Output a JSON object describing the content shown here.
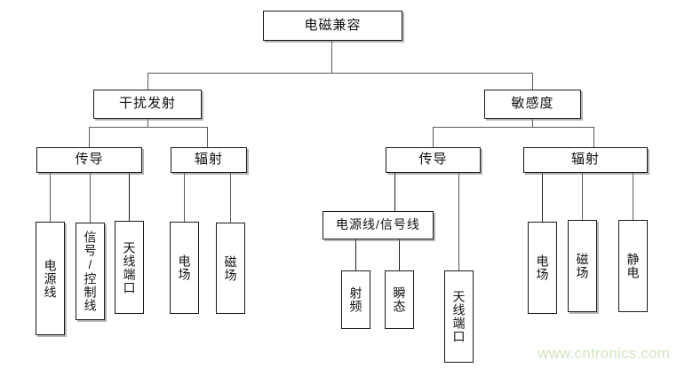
{
  "diagram": {
    "type": "tree",
    "title": "电磁兼容",
    "root": {
      "label": "电磁兼容"
    },
    "level2": {
      "emission": {
        "label": "干扰发射"
      },
      "susceptibility": {
        "label": "敏感度"
      }
    },
    "level3": {
      "emission_conducted": {
        "label": "传导"
      },
      "emission_radiated": {
        "label": "辐射"
      },
      "susceptibility_conducted": {
        "label": "传导"
      },
      "susceptibility_radiated": {
        "label": "辐射"
      }
    },
    "level4": {
      "emission_conducted_leaves": [
        {
          "label": "电源线"
        },
        {
          "label": "信号/控制线"
        },
        {
          "label": "天线端口"
        }
      ],
      "emission_radiated_leaves": [
        {
          "label": "电场"
        },
        {
          "label": "磁场"
        }
      ],
      "susceptibility_conducted_group": {
        "label": "电源线/信号线"
      },
      "susceptibility_conducted_group_leaves": [
        {
          "label": "射频"
        },
        {
          "label": "瞬态"
        }
      ],
      "susceptibility_conducted_direct_leaf": {
        "label": "天线端口"
      },
      "susceptibility_radiated_leaves": [
        {
          "label": "电场"
        },
        {
          "label": "磁场"
        },
        {
          "label": "静电"
        }
      ]
    }
  },
  "watermark": {
    "text": "www.cntronics.com",
    "color": "#cfe6bf"
  },
  "colors": {
    "box_border": "#1a1a1a",
    "connector": "#5a5a5a",
    "background": "#ffffff",
    "text": "#111111"
  }
}
